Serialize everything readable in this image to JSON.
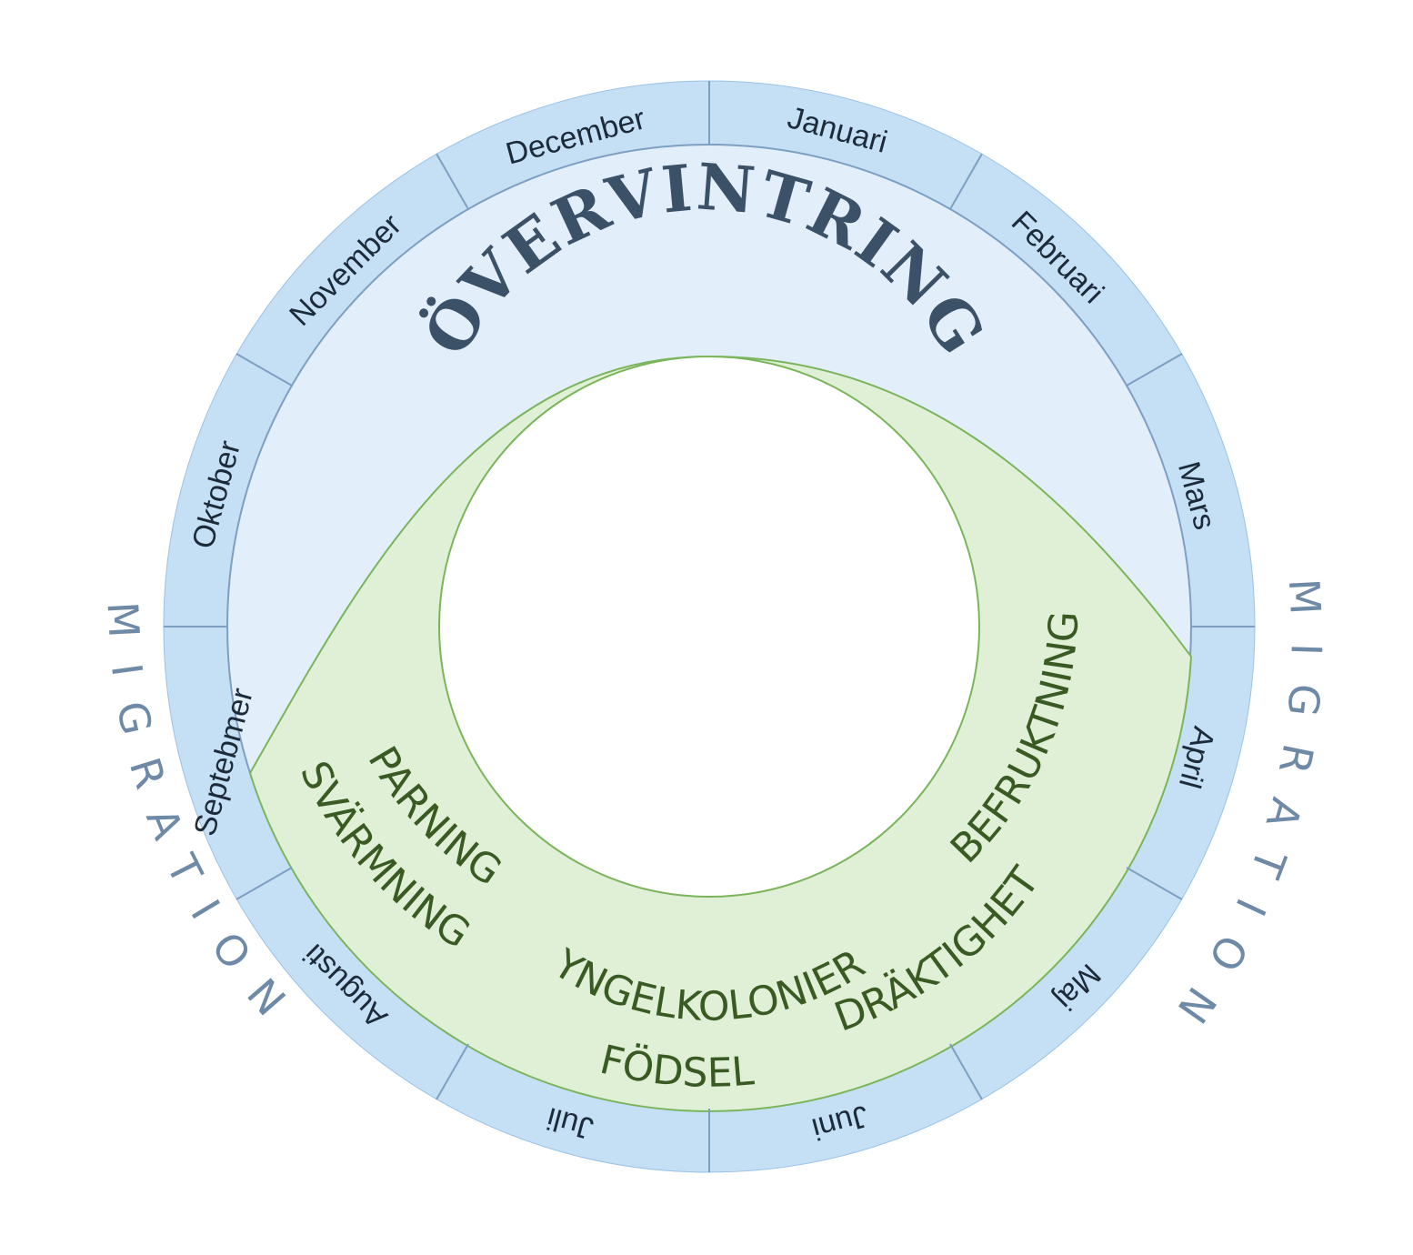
{
  "title": "ÖVERVINTRING",
  "months": [
    "Januari",
    "Februari",
    "Mars",
    "April",
    "Maj",
    "Juni",
    "Juli",
    "Augusti",
    "Septebmer",
    "Oktober",
    "November",
    "December"
  ],
  "phases": {
    "parning": "PARNING",
    "svarmning": "SVÄRMNING",
    "yngelkolonier": "YNGELKOLONIER",
    "fodsel": "FÖDSEL",
    "draktighet": "DRÄKTIGHET",
    "befruktning": "BEFRUKTNING"
  },
  "migration_left": "MIGRATION",
  "migration_right": "MIGRATION",
  "colors": {
    "month_ring": "#c5dff5",
    "ring_stroke": "#7d9fc2",
    "winter_fill": "#e2eef9",
    "summer_fill": "#e0f0d6",
    "summer_stroke": "#7ab55c",
    "title": "#3b5168",
    "phase_text": "#3a5a23",
    "migration_text": "#6f8aa6"
  }
}
